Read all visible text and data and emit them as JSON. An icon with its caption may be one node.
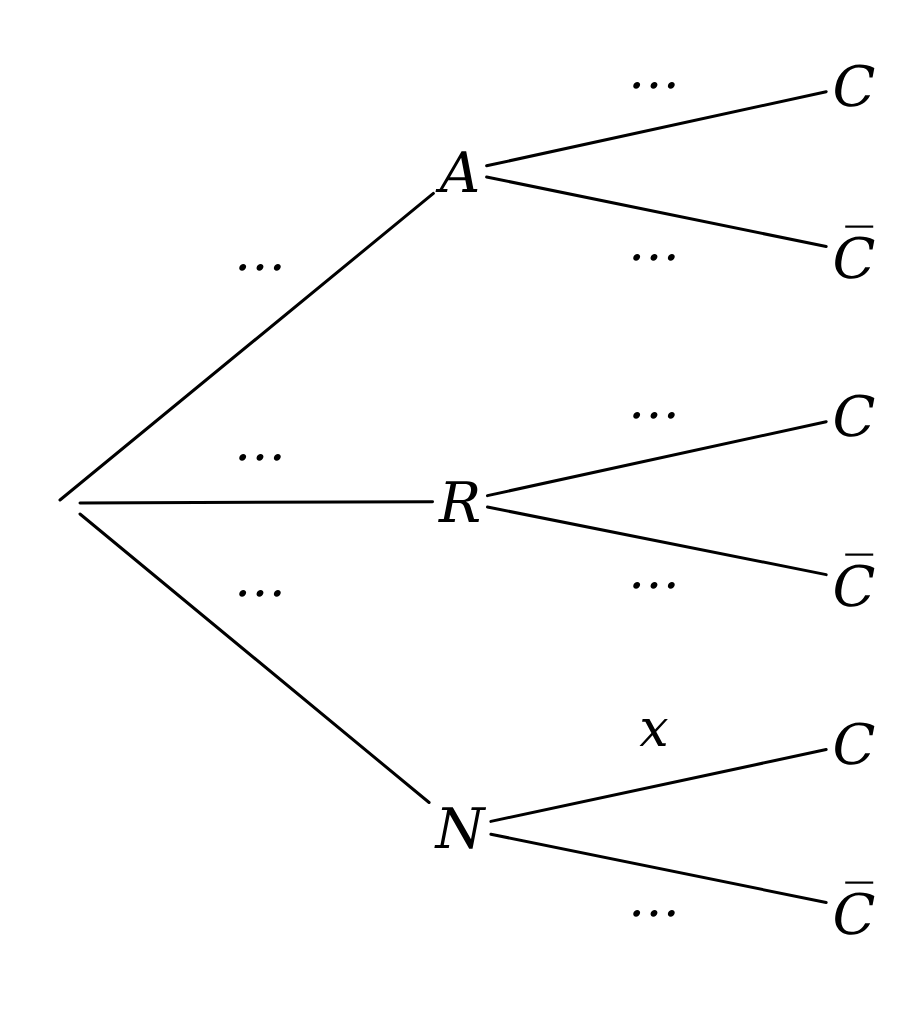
{
  "diagram": {
    "nodes": [
      {
        "text": [
          "A"
        ]
      },
      {
        "text": [
          "R"
        ]
      },
      {
        "text": [
          "N"
        ]
      },
      {
        "text": [
          "C"
        ]
      },
      {
        "text": [
          "C̅"
        ]
      },
      {
        "text": [
          "C"
        ]
      },
      {
        "text": [
          "C̅"
        ]
      },
      {
        "text": [
          "C"
        ]
      },
      {
        "text": [
          "C̅"
        ]
      }
    ],
    "edges": [
      {
        "from": null,
        "to": 0,
        "arrow": "none",
        "label": "…"
      },
      {
        "from": null,
        "to": 1,
        "arrow": "none",
        "label": "…"
      },
      {
        "from": null,
        "to": 2,
        "arrow": "none",
        "label": "…"
      },
      {
        "from": 0,
        "to": 3,
        "arrow": "none",
        "label": "…"
      },
      {
        "from": 0,
        "to": 4,
        "arrow": "none",
        "label": "…"
      },
      {
        "from": 1,
        "to": 5,
        "arrow": "none",
        "label": "…"
      },
      {
        "from": 1,
        "to": 6,
        "arrow": "none",
        "label": "…"
      },
      {
        "from": 2,
        "to": 7,
        "arrow": "none",
        "label": "x"
      },
      {
        "from": 2,
        "to": 8,
        "arrow": "none",
        "label": "…"
      }
    ]
  }
}
